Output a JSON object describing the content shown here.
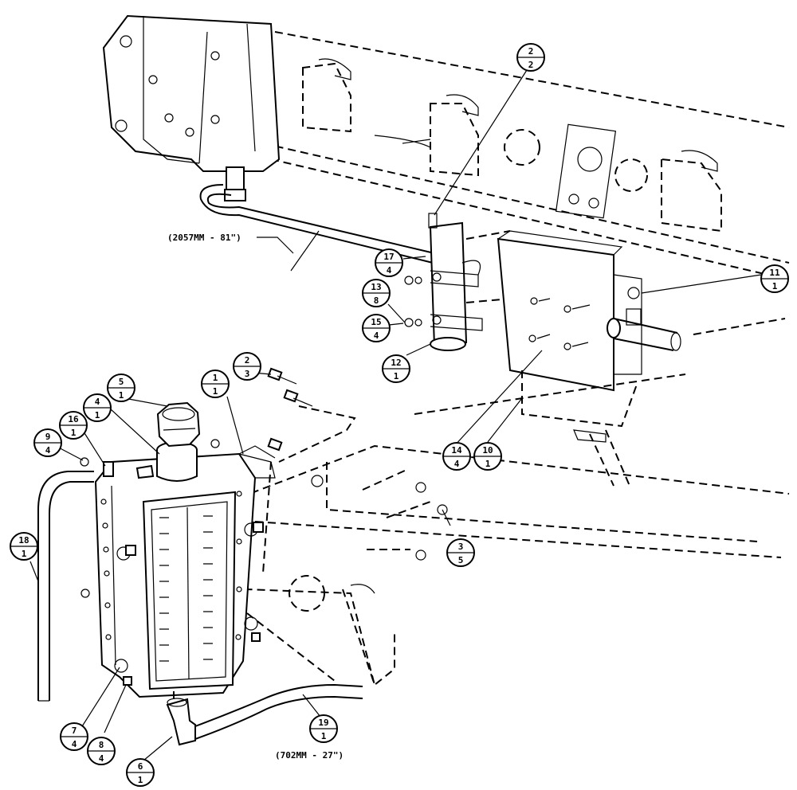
{
  "callouts": [
    {
      "id": "c-2-2",
      "num": "2",
      "qty": "2"
    },
    {
      "id": "c-17-4",
      "num": "17",
      "qty": "4"
    },
    {
      "id": "c-13-8",
      "num": "13",
      "qty": "8"
    },
    {
      "id": "c-15-4",
      "num": "15",
      "qty": "4"
    },
    {
      "id": "c-12-1",
      "num": "12",
      "qty": "1"
    },
    {
      "id": "c-11-1",
      "num": "11",
      "qty": "1"
    },
    {
      "id": "c-14-4",
      "num": "14",
      "qty": "4"
    },
    {
      "id": "c-10-1",
      "num": "10",
      "qty": "1"
    },
    {
      "id": "c-2-3",
      "num": "2",
      "qty": "3"
    },
    {
      "id": "c-1-1",
      "num": "1",
      "qty": "1"
    },
    {
      "id": "c-5-1",
      "num": "5",
      "qty": "1"
    },
    {
      "id": "c-4-1",
      "num": "4",
      "qty": "1"
    },
    {
      "id": "c-16-1",
      "num": "16",
      "qty": "1"
    },
    {
      "id": "c-9-4",
      "num": "9",
      "qty": "4"
    },
    {
      "id": "c-18-1",
      "num": "18",
      "qty": "1"
    },
    {
      "id": "c-3-5",
      "num": "3",
      "qty": "5"
    },
    {
      "id": "c-7-4",
      "num": "7",
      "qty": "4"
    },
    {
      "id": "c-8-4",
      "num": "8",
      "qty": "4"
    },
    {
      "id": "c-6-1",
      "num": "6",
      "qty": "1"
    },
    {
      "id": "c-19-1",
      "num": "19",
      "qty": "1"
    }
  ],
  "dimensions": {
    "upper_hose": "(2057MM - 81\")",
    "lower_hose": "(702MM - 27\")"
  }
}
